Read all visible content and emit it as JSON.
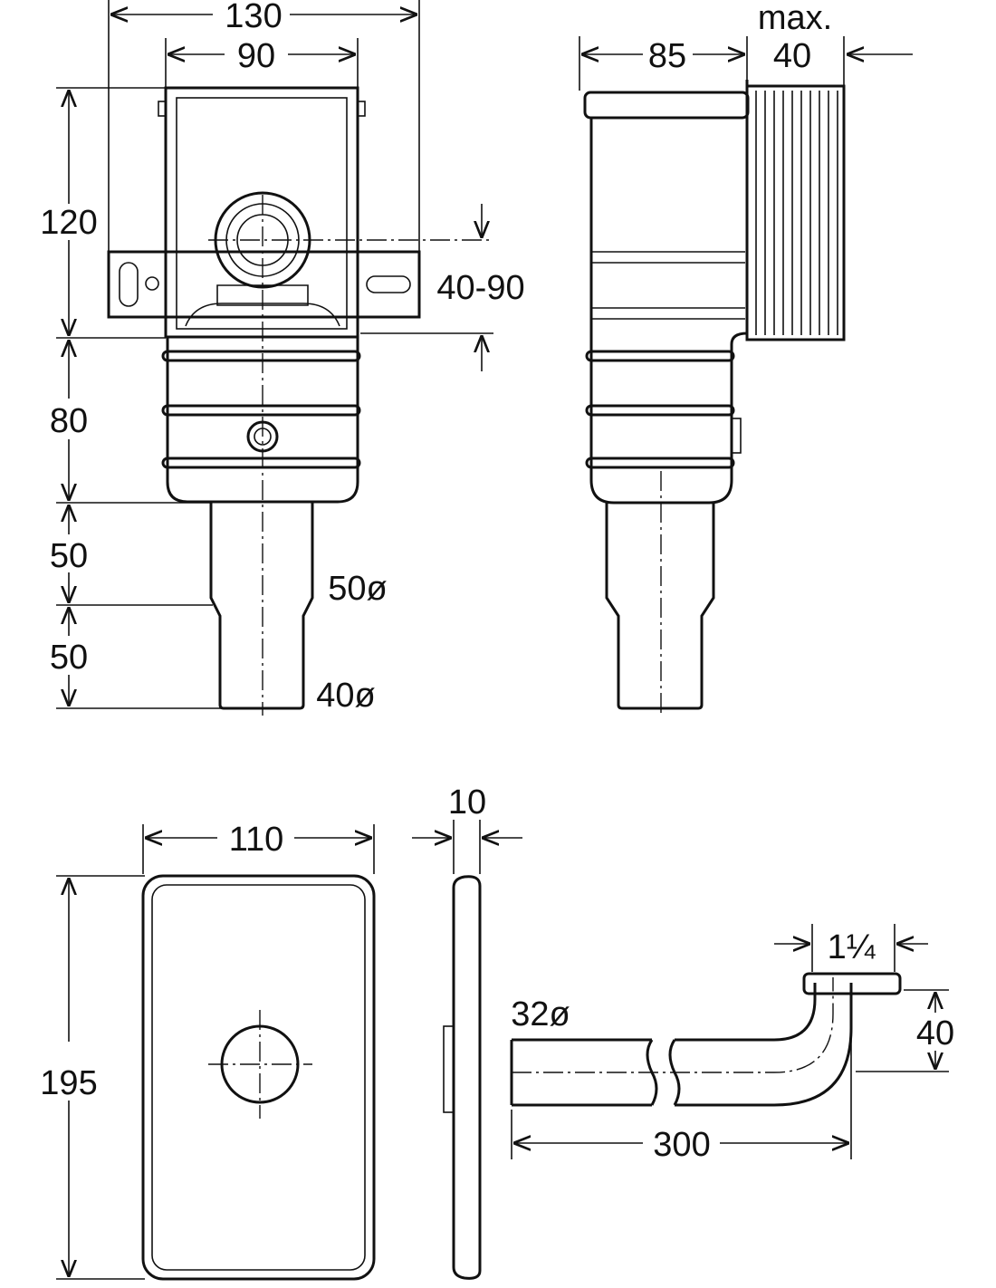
{
  "front_view": {
    "width_outer": "130",
    "width_inner": "90",
    "height_box": "120",
    "offset": "40-90",
    "height_body": "80",
    "pipe1_len": "50",
    "pipe2_len": "50",
    "pipe1_dia": "50ø",
    "pipe2_dia": "40ø"
  },
  "side_view": {
    "depth": "85",
    "max_label": "max.",
    "max_value": "40"
  },
  "cover_plate": {
    "width": "110",
    "height": "195",
    "thickness": "10"
  },
  "drain_pipe": {
    "dia": "32ø",
    "thread": "1¼",
    "height": "40",
    "length": "300"
  }
}
